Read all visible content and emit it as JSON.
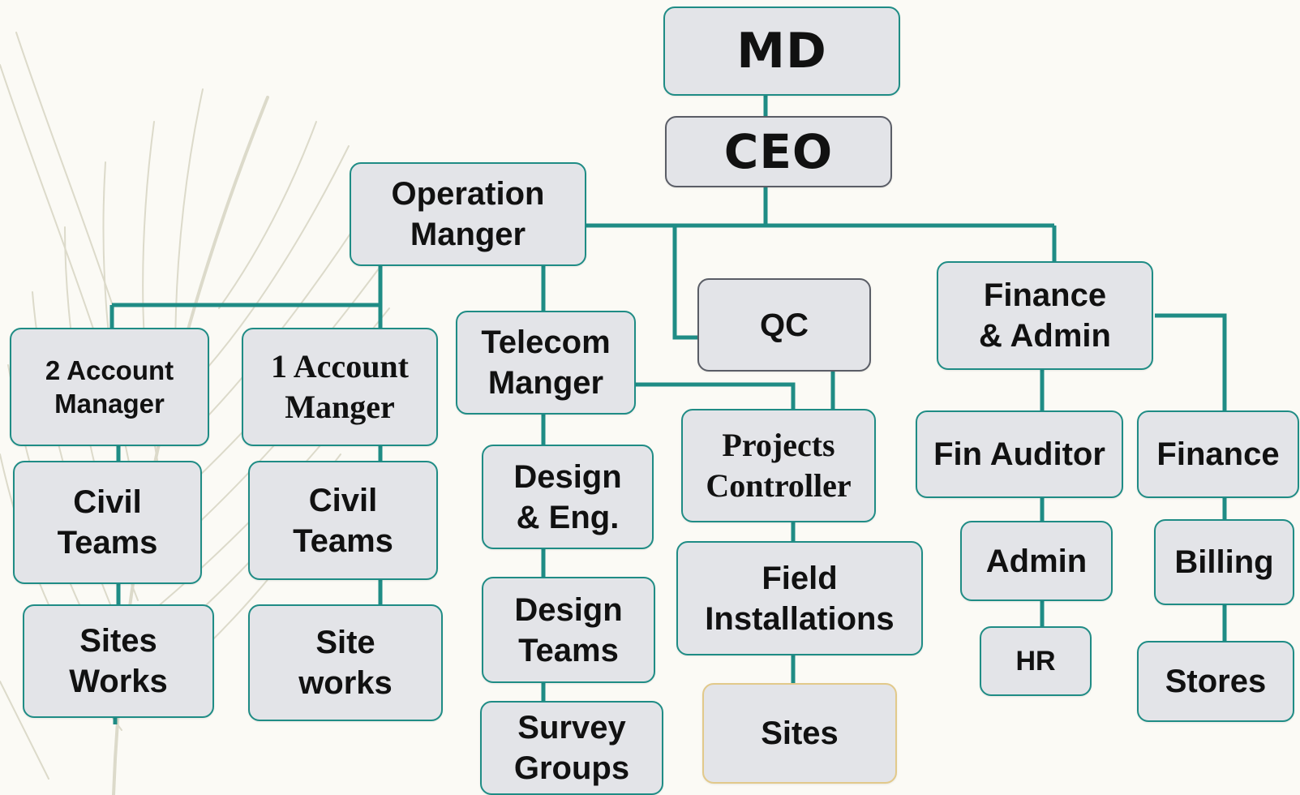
{
  "org_chart": {
    "top": {
      "md": "MD",
      "ceo": "CEO"
    },
    "operation": {
      "manager": "Operation\nManger",
      "account_manager_2": "2 Account\nManager",
      "account_manager_1": "1 Account\nManger",
      "civil_teams_left": "Civil\nTeams",
      "civil_teams_right": "Civil\nTeams",
      "sites_works": "Sites\nWorks",
      "site_works": "Site\nworks"
    },
    "telecom": {
      "manager": "Telecom\nManger",
      "design_eng": "Design\n& Eng.",
      "design_teams": "Design\nTeams",
      "survey_groups": "Survey\nGroups"
    },
    "qc": {
      "qc": "QC",
      "projects_controller": "Projects\nController",
      "field_installations": "Field\nInstallations",
      "sites": "Sites"
    },
    "finance_admin": {
      "head": "Finance\n& Admin",
      "fin_auditor": "Fin Auditor",
      "admin": "Admin",
      "hr": "HR",
      "finance": "Finance",
      "billing": "Billing",
      "stores": "Stores"
    }
  },
  "colors": {
    "connector": "#1f8c85",
    "box_fill": "#e3e4e8",
    "background": "#fbfaf5",
    "feather": "#d9d7c6"
  }
}
